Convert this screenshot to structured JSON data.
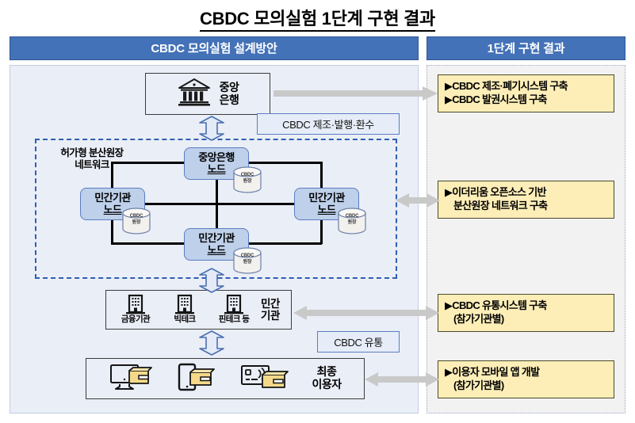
{
  "title": "CBDC 모의실험 1단계 구현 결과",
  "panels": {
    "left_header": "CBDC 모의실험 설계방안",
    "right_header": "1단계 구현 결과"
  },
  "left": {
    "central_bank": {
      "label_line1": "중앙",
      "label_line2": "은행",
      "icon": "bank-building-icon"
    },
    "callout_issue": "CBDC 제조·발행·환수",
    "callout_distribution": "CBDC 유통",
    "network": {
      "label_line1": "허가형 분산원장",
      "label_line2": "네트워크",
      "nodes": [
        {
          "id": "cb",
          "line1": "중앙은행",
          "line2": "노드"
        },
        {
          "id": "left",
          "line1": "민간기관",
          "line2": "노드"
        },
        {
          "id": "right",
          "line1": "민간기관",
          "line2": "노드"
        },
        {
          "id": "bottom",
          "line1": "민간기관",
          "line2": "노드"
        }
      ],
      "ledger": {
        "line1": "CBDC",
        "line2": "원장"
      }
    },
    "institutions": {
      "items": [
        {
          "label": "금융기관",
          "icon": "office-building-icon"
        },
        {
          "label": "빅테크",
          "icon": "office-building-icon"
        },
        {
          "label": "핀테크 등",
          "icon": "office-building-icon"
        }
      ],
      "group_line1": "민간",
      "group_line2": "기관"
    },
    "end_users": {
      "icons": [
        "desktop-wallet-icon",
        "mobile-wallet-icon",
        "card-wallet-icon"
      ],
      "label_line1": "최종",
      "label_line2": "이용자"
    }
  },
  "right": {
    "results": [
      {
        "lines": [
          "▶CBDC 제조·폐기시스템 구축",
          "▶CBDC 발권시스템 구축"
        ],
        "indent": [
          false,
          false
        ]
      },
      {
        "lines": [
          "▶이더리움 오픈소스 기반",
          "분산원장 네트워크 구축"
        ],
        "indent": [
          false,
          true
        ]
      },
      {
        "lines": [
          "▶CBDC 유통시스템 구축",
          "(참가기관별)"
        ],
        "indent": [
          false,
          true
        ]
      },
      {
        "lines": [
          "▶이용자 모바일 앱 개발",
          "(참가기관별)"
        ],
        "indent": [
          false,
          true
        ]
      }
    ]
  },
  "colors": {
    "header_blue": "#4472b8",
    "panel_bg_left": "#eaeef7",
    "panel_bg_right": "#f2f2f2",
    "node_blue": "#bed0ea",
    "result_yellow": "#fdeeb8",
    "arrow_gray": "#c9c9c9",
    "network_dash_blue": "#2f5fb0"
  }
}
